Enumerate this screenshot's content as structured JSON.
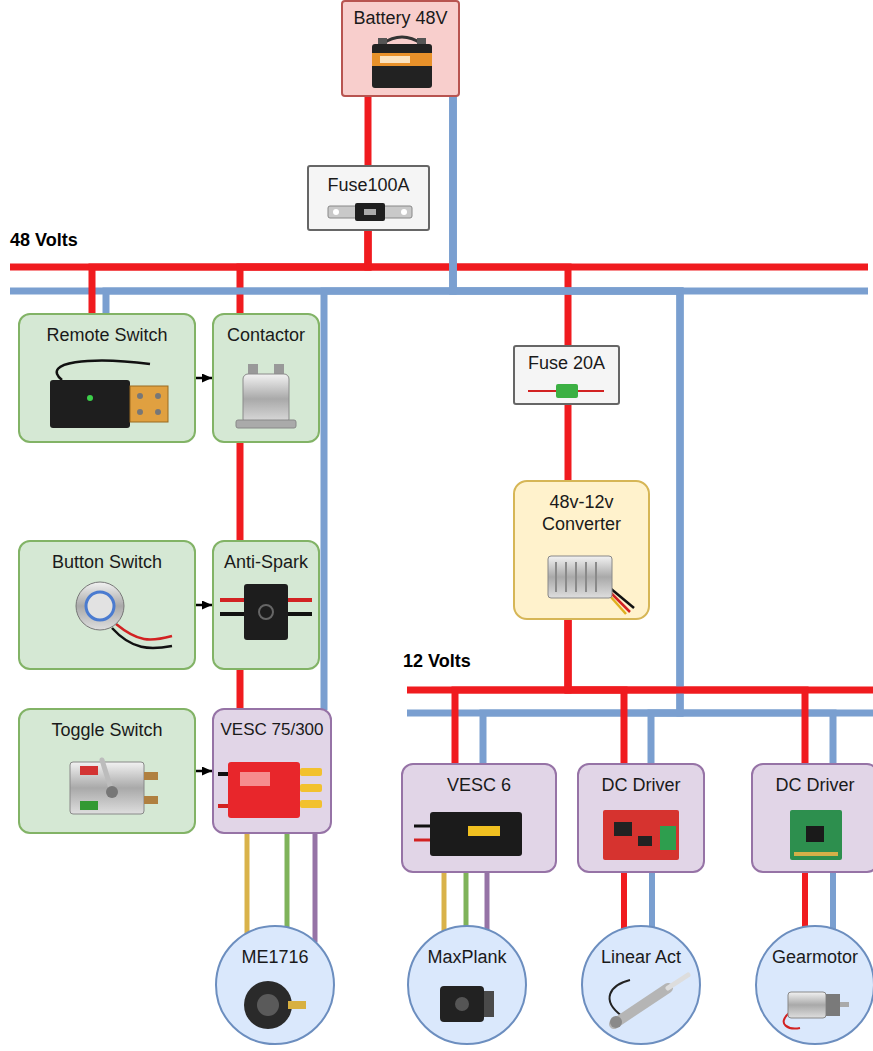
{
  "diagram": {
    "nodes": [
      {
        "text": [
          "Battery 48V"
        ]
      },
      {
        "text": [
          "Fuse100A"
        ]
      },
      {
        "text": [
          "Remote Switch"
        ]
      },
      {
        "text": [
          "Contactor"
        ]
      },
      {
        "text": [
          "Fuse 20A"
        ]
      },
      {
        "text": [
          "48v-12v Converter"
        ]
      },
      {
        "text": [
          "Button Switch"
        ]
      },
      {
        "text": [
          "Anti-Spark"
        ]
      },
      {
        "text": [
          "Toggle Switch"
        ]
      },
      {
        "text": [
          "VESC 75/300"
        ]
      },
      {
        "text": [
          "VESC 6"
        ]
      },
      {
        "text": [
          "DC Driver"
        ]
      },
      {
        "text": [
          "DC Driver"
        ]
      },
      {
        "text": [
          "ME1716"
        ]
      },
      {
        "text": [
          "MaxPlank"
        ]
      },
      {
        "text": [
          "Linear Act"
        ]
      },
      {
        "text": [
          "Gearmotor"
        ]
      }
    ],
    "edges": [
      {
        "from": 0,
        "to": 1,
        "arrow": "none"
      },
      {
        "from": 1,
        "to": 2,
        "arrow": "none"
      },
      {
        "from": 1,
        "to": 3,
        "arrow": "none"
      },
      {
        "from": 1,
        "to": 4,
        "arrow": "none"
      },
      {
        "from": 0,
        "to": 2,
        "arrow": "none"
      },
      {
        "from": 0,
        "to": 9,
        "arrow": "none"
      },
      {
        "from": 0,
        "to": 10,
        "arrow": "none"
      },
      {
        "from": 0,
        "to": 11,
        "arrow": "none"
      },
      {
        "from": 0,
        "to": 12,
        "arrow": "none"
      },
      {
        "from": 2,
        "to": 3,
        "arrow": "to"
      },
      {
        "from": 3,
        "to": 7,
        "arrow": "none"
      },
      {
        "from": 6,
        "to": 7,
        "arrow": "to"
      },
      {
        "from": 7,
        "to": 9,
        "arrow": "none"
      },
      {
        "from": 8,
        "to": 9,
        "arrow": "to"
      },
      {
        "from": 4,
        "to": 5,
        "arrow": "none"
      },
      {
        "from": 5,
        "to": 10,
        "arrow": "none"
      },
      {
        "from": 5,
        "to": 11,
        "arrow": "none"
      },
      {
        "from": 5,
        "to": 12,
        "arrow": "none"
      },
      {
        "from": 9,
        "to": 13,
        "arrow": "none"
      },
      {
        "from": 10,
        "to": 14,
        "arrow": "none"
      },
      {
        "from": 11,
        "to": 15,
        "arrow": "none"
      },
      {
        "from": 12,
        "to": 16,
        "arrow": "none"
      }
    ],
    "labels": [
      "48 Volts",
      "12 Volts"
    ]
  }
}
